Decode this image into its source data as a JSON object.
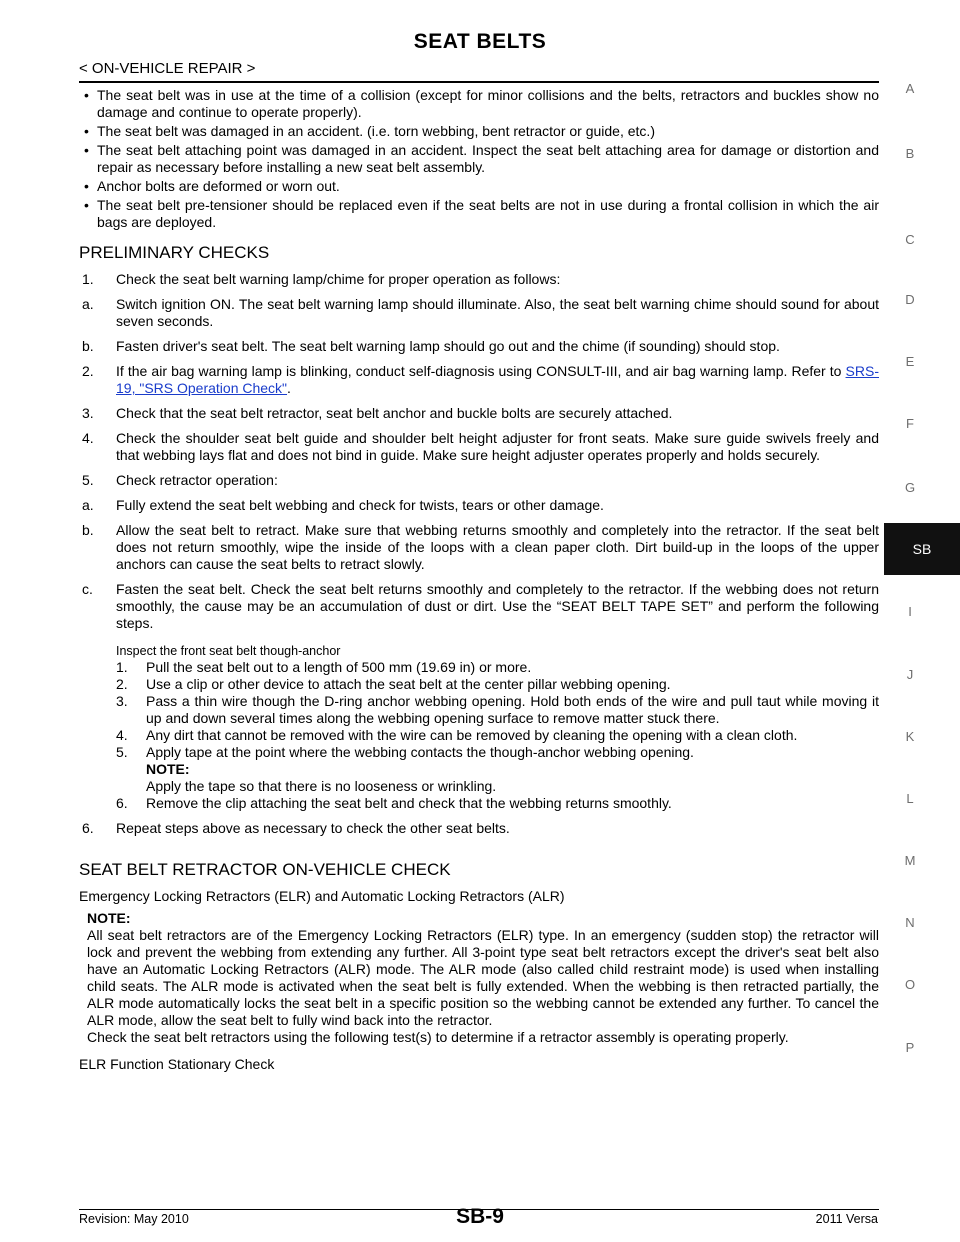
{
  "header": {
    "title": "SEAT BELTS",
    "subtitle": "< ON-VEHICLE REPAIR >"
  },
  "intro_bullets": [
    "The seat belt was in use at the time of a collision (except for minor collisions and the belts, retractors and buckles show no damage and continue to operate properly).",
    "The seat belt was damaged in an accident. (i.e. torn webbing, bent retractor or guide, etc.)",
    "The seat belt attaching point was damaged in an accident. Inspect the seat belt attaching area for damage or distortion and repair as necessary before installing a new seat belt assembly.",
    "Anchor bolts are deformed or worn out.",
    "The seat belt pre-tensioner should be replaced even if the seat belts are not in use during a frontal collision in which the air bags are deployed."
  ],
  "preliminary": {
    "heading": "PRELIMINARY CHECKS",
    "step1": {
      "marker": "1.",
      "text": "Check the seat belt warning lamp/chime for proper operation as follows:"
    },
    "step1a": {
      "marker": "a.",
      "text": "Switch ignition ON. The seat belt warning lamp should illuminate. Also, the seat belt warning chime should sound for about seven seconds."
    },
    "step1b": {
      "marker": "b.",
      "text": "Fasten driver's seat belt. The seat belt warning lamp should go out and the chime (if sounding) should stop."
    },
    "step2": {
      "marker": "2.",
      "text": "If the air bag warning lamp is blinking, conduct self-diagnosis using CONSULT-III, and air bag warning lamp. Refer to ",
      "link": "SRS-19, \"SRS Operation Check\"",
      "after": "."
    },
    "step3": {
      "marker": "3.",
      "text": "Check that the seat belt retractor, seat belt anchor and buckle bolts are securely attached."
    },
    "step4": {
      "marker": "4.",
      "text": "Check the shoulder seat belt guide and shoulder belt height adjuster for front seats. Make sure guide swivels freely and that webbing lays flat and does not bind in guide. Make sure height adjuster operates properly and holds securely."
    },
    "step5": {
      "marker": "5.",
      "text": "Check retractor operation:"
    },
    "step5a": {
      "marker": "a.",
      "text": "Fully extend the seat belt webbing and check for twists, tears or other damage."
    },
    "step5b": {
      "marker": "b.",
      "text": "Allow the seat belt to retract. Make sure that webbing returns smoothly and completely into the retractor. If the seat belt does not return smoothly, wipe the inside of the loops with a clean paper cloth. Dirt build-up in the loops of the upper anchors can cause the seat belts to retract slowly."
    },
    "step5c": {
      "marker": "c.",
      "text": "Fasten the seat belt. Check the seat belt returns smoothly and completely to the retractor. If the webbing does not return smoothly, the cause may be an accumulation of dust or dirt. Use the “SEAT BELT TAPE SET” and perform the following steps."
    },
    "inspect_label": "Inspect the front seat belt though-anchor",
    "sub1": {
      "marker": "1.",
      "text": "Pull the seat belt out to a length of 500 mm (19.69 in) or more."
    },
    "sub2": {
      "marker": "2.",
      "text": "Use a clip or other device to attach the seat belt at the center pillar webbing opening."
    },
    "sub3": {
      "marker": "3.",
      "text": "Pass a thin wire though the D-ring anchor webbing opening. Hold both ends of the wire and pull taut while moving it up and down several times along the webbing opening surface to remove matter stuck there."
    },
    "sub4": {
      "marker": "4.",
      "text": "Any dirt that cannot be removed with the wire can be removed by cleaning the opening with a clean cloth."
    },
    "sub5": {
      "marker": "5.",
      "text": "Apply tape at the point where the webbing contacts the though-anchor webbing opening."
    },
    "sub5_note_label": "NOTE:",
    "sub5_note": "Apply the tape so that there is no looseness or wrinkling.",
    "sub6": {
      "marker": "6.",
      "text": "Remove the clip attaching the seat belt and check that the webbing returns smoothly."
    },
    "step6": {
      "marker": "6.",
      "text": "Repeat steps above as necessary to check the other seat belts."
    }
  },
  "retractor": {
    "heading": "SEAT BELT RETRACTOR ON-VEHICLE CHECK",
    "subheading": "Emergency Locking Retractors (ELR) and Automatic Locking Retractors (ALR)",
    "note_label": "NOTE:",
    "note_text": "All seat belt retractors are of the Emergency Locking Retractors (ELR) type. In an emergency (sudden stop) the retractor will lock and prevent the webbing from extending any further. All 3-point type seat belt retractors except the driver's seat belt also have an Automatic Locking Retractors (ALR) mode. The ALR mode (also called child restraint mode) is used when installing child seats. The ALR mode is activated when the seat belt is fully extended. When the webbing is then retracted partially, the ALR mode automatically locks the seat belt in a specific position so the webbing cannot be extended any further. To cancel the ALR mode, allow the seat belt to fully wind back into the retractor.",
    "check_text": "Check the seat belt retractors using the following test(s) to determine if a retractor assembly is operating properly.",
    "elr_heading": "ELR Function Stationary Check"
  },
  "side_index": {
    "letters": [
      "A",
      "B",
      "C",
      "D",
      "E",
      "F",
      "G",
      "I",
      "J",
      "K",
      "L",
      "M",
      "N",
      "O",
      "P"
    ],
    "active": "SB"
  },
  "footer": {
    "left": "Revision: May 2010",
    "page": "SB-9",
    "right": "2011 Versa"
  },
  "bullet_mark": "•"
}
